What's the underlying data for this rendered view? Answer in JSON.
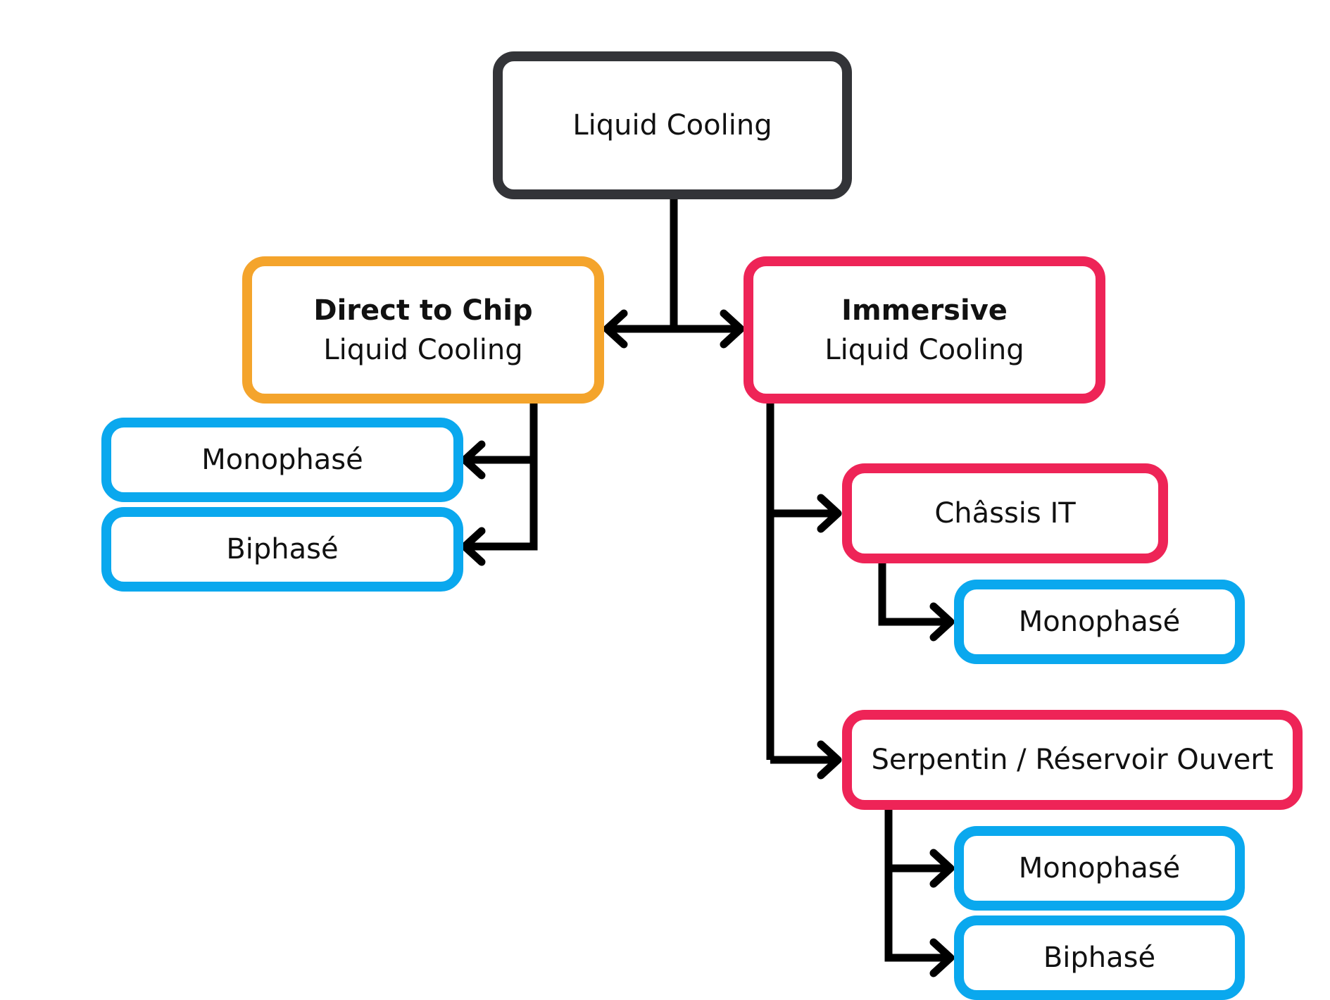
{
  "diagram": {
    "root": {
      "label": "Liquid Cooling"
    },
    "direct_to_chip": {
      "title": "Direct to Chip",
      "subtitle": "Liquid Cooling",
      "children": [
        "Monophasé",
        "Biphasé"
      ]
    },
    "immersive": {
      "title": "Immersive",
      "subtitle": "Liquid Cooling",
      "chassis_it": {
        "label": "Châssis IT",
        "children": [
          "Monophasé"
        ]
      },
      "serpentin": {
        "label": "Serpentin / Réservoir Ouvert",
        "children": [
          "Monophasé",
          "Biphasé"
        ]
      }
    }
  },
  "colors": {
    "root_border": "#333438",
    "direct_to_chip_border": "#F4A42C",
    "immersive_border": "#EE2457",
    "leaf_border": "#0AA8EE",
    "connector": "#000000"
  }
}
